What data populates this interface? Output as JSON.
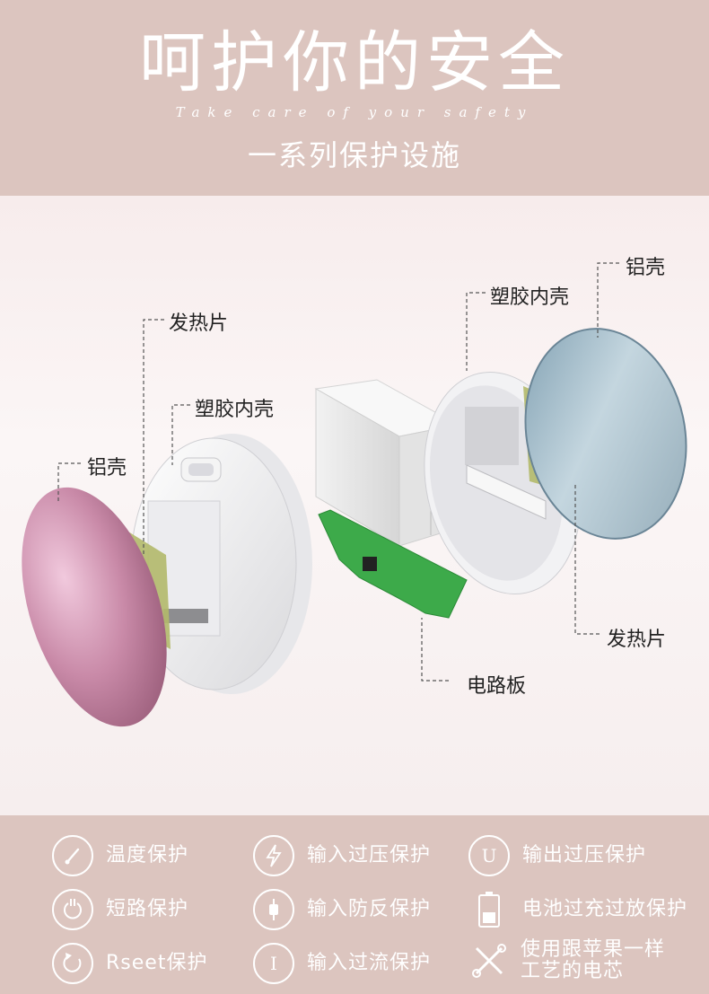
{
  "header": {
    "title": "呵护你的安全",
    "subtitle_en": "Take care of your safety",
    "subtitle_cn": "一系列保护设施"
  },
  "callouts": {
    "left_heat_sheet": "发热片",
    "left_plastic_shell": "塑胶内壳",
    "left_aluminum_shell": "铝壳",
    "right_aluminum_shell": "铝壳",
    "right_plastic_shell": "塑胶内壳",
    "right_heat_sheet": "发热片",
    "circuit_board": "电路板"
  },
  "colors": {
    "header_bg": "#dcc5bf",
    "accent_pink": "#c98aa8",
    "steel_blue": "#9fb6c4",
    "pcb_green": "#3daa4a",
    "heat_sheet": "#b3b96a"
  },
  "features": [
    {
      "icon": "thermometer-icon",
      "label": "温度保护"
    },
    {
      "icon": "lightning-icon",
      "label": "输入过压保护"
    },
    {
      "icon": "u-letter-icon",
      "icon_text": "U",
      "label": "输出过压保护"
    },
    {
      "icon": "power-icon",
      "label": "短路保护"
    },
    {
      "icon": "plug-icon",
      "label": "输入防反保护"
    },
    {
      "icon": "battery-icon",
      "label": "电池过充过放保护"
    },
    {
      "icon": "reset-icon",
      "label": "Rseet保护"
    },
    {
      "icon": "i-letter-icon",
      "icon_text": "I",
      "label": "输入过流保护"
    },
    {
      "icon": "tools-icon",
      "label_line1": "使用跟苹果一样",
      "label_line2": "工艺的电芯"
    }
  ]
}
